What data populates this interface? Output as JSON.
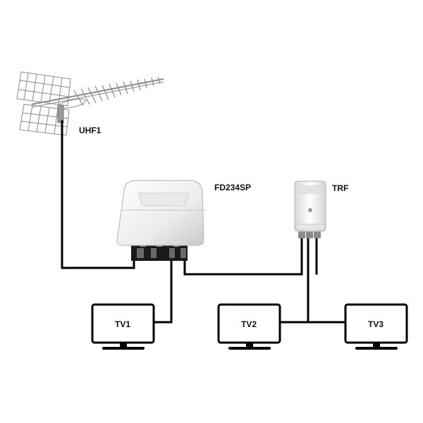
{
  "labels": {
    "antenna": "UHF1",
    "amplifier": "FD234SP",
    "splitter": "TRF"
  },
  "tvs": [
    {
      "label": "TV1"
    },
    {
      "label": "TV2"
    },
    {
      "label": "TV3"
    }
  ],
  "colors": {
    "cable": "#000000",
    "device_body": "#f2f2f2",
    "device_shadow": "#bdbdbd",
    "antenna": "#8a8a8a"
  }
}
